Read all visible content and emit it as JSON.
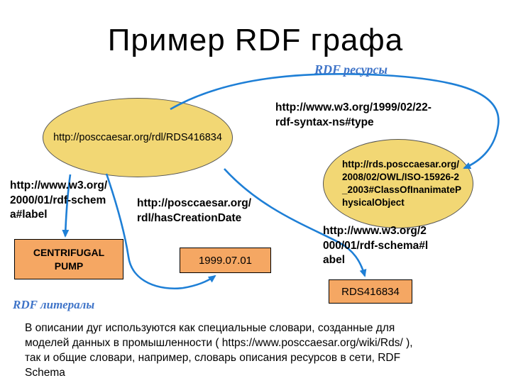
{
  "title": "Пример RDF графа",
  "annotations": {
    "resources": "RDF ресурсы",
    "literals": "RDF литералы"
  },
  "nodes": {
    "subject": "http://posccaesar.org/rdl/RDS416834",
    "class": "http://rds.posccaesar.org/\n2008/02/OWL/ISO-15926-2\n_2003#ClassOfInanimateP\nhysicalObject"
  },
  "predicates": {
    "rdf_type": "http://www.w3.org/1999/02/22-\nrdf-syntax-ns#type",
    "rdfs_label_left": "http://www.w3.org/\n2000/01/rdf-schem\na#label",
    "has_creation_date": "http://posccaesar.org/\nrdl/hasCreationDate",
    "rdfs_label_right": "http://www.w3.org/2\n000/01/rdf-schema#l\nabel"
  },
  "literals": {
    "pump": "CENTRIFUGAL\nPUMP",
    "date": "1999.07.01",
    "rds": "RDS416834"
  },
  "footer": "В описании дуг используются как специальные словари, созданные для\nмоделей данных в промышленности ( https://www.posccaesar.org/wiki/Rds/ ),\nтак и общие словари, например, словарь описания ресурсов в сети, RDF\nSchema",
  "colors": {
    "node_fill": "#F2D774",
    "literal_fill": "#F5A763",
    "edge_blue": "#1E7FD6",
    "annotation_blue": "#3F74C8"
  }
}
